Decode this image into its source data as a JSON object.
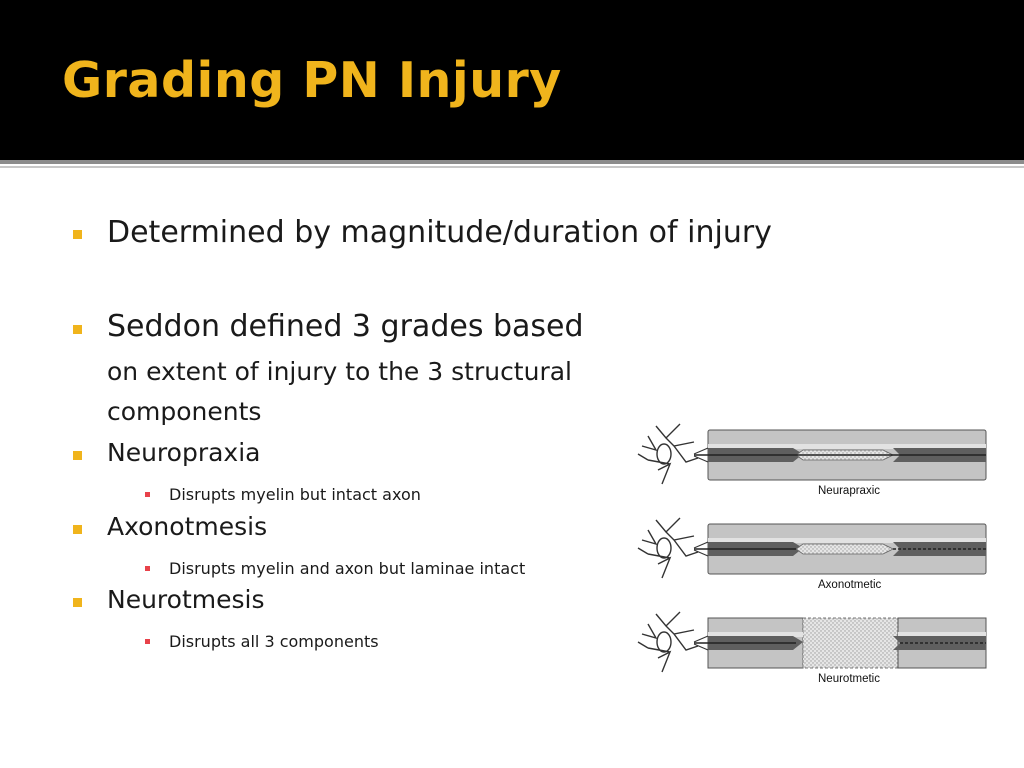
{
  "slide": {
    "title": "Grading PN Injury",
    "colors": {
      "header_bg": "#000000",
      "title": "#f0b41c",
      "bullet": "#f0b41c",
      "sub_bullet": "#e8424a"
    }
  },
  "bullets": [
    {
      "text": "Determined by magnitude/duration of injury"
    },
    {
      "text": "Seddon defined 3 grades based",
      "cont1": "on extent of injury to the 3 structural",
      "cont2": "components"
    },
    {
      "text": "Neuropraxia",
      "sub": "Disrupts myelin but intact axon"
    },
    {
      "text": "Axonotmesis",
      "sub": "Disrupts myelin and axon but laminae intact"
    },
    {
      "text": "Neurotmesis",
      "sub": "Disrupts all 3 components"
    }
  ],
  "diagram": {
    "labels": [
      "Neurapraxic",
      "Axonotmetic",
      "Neurotmetic"
    ]
  }
}
